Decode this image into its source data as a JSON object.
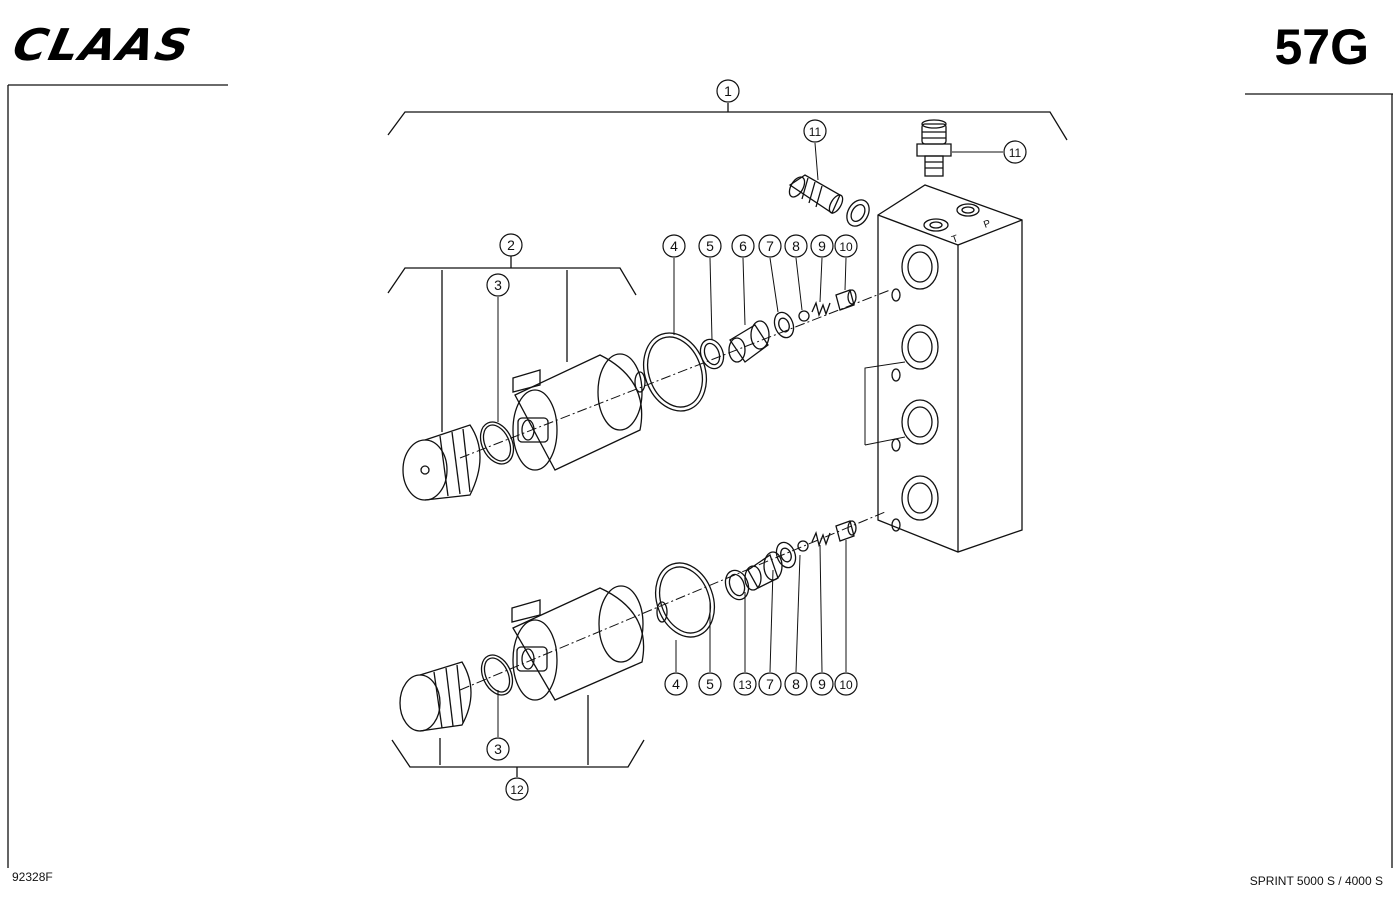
{
  "header": {
    "brand": "CLAAS",
    "page_code": "57G"
  },
  "footer": {
    "drawing_number": "92328F",
    "model": "SPRINT 5000 S / 4000 S"
  },
  "callouts": [
    {
      "id": "c-1",
      "label": "1"
    },
    {
      "id": "c-11a",
      "label": "11"
    },
    {
      "id": "c-11b",
      "label": "11"
    },
    {
      "id": "c-2",
      "label": "2"
    },
    {
      "id": "c-3a",
      "label": "3"
    },
    {
      "id": "c-4a",
      "label": "4"
    },
    {
      "id": "c-5a",
      "label": "5"
    },
    {
      "id": "c-6",
      "label": "6"
    },
    {
      "id": "c-7a",
      "label": "7"
    },
    {
      "id": "c-8a",
      "label": "8"
    },
    {
      "id": "c-9a",
      "label": "9"
    },
    {
      "id": "c-10a",
      "label": "10"
    },
    {
      "id": "c-4b",
      "label": "4"
    },
    {
      "id": "c-5b",
      "label": "5"
    },
    {
      "id": "c-13",
      "label": "13"
    },
    {
      "id": "c-7b",
      "label": "7"
    },
    {
      "id": "c-8b",
      "label": "8"
    },
    {
      "id": "c-9b",
      "label": "9"
    },
    {
      "id": "c-10b",
      "label": "10"
    },
    {
      "id": "c-3b",
      "label": "3"
    },
    {
      "id": "c-12",
      "label": "12"
    }
  ],
  "block_marks": {
    "port_t": "T",
    "port_p": "P"
  }
}
